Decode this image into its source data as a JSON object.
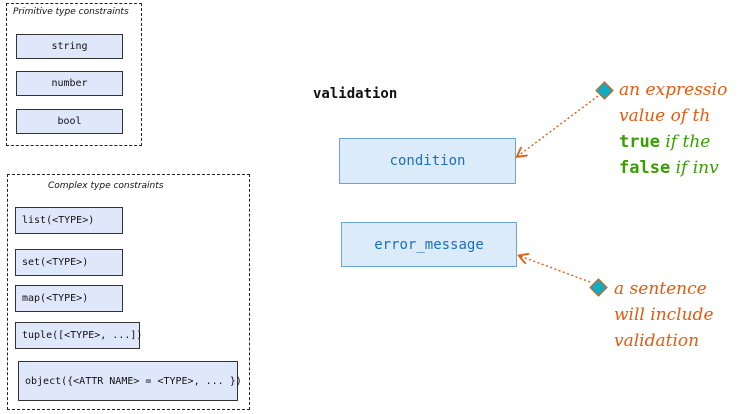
{
  "primitive": {
    "title": "Primitive type constraints",
    "items": [
      "string",
      "number",
      "bool"
    ]
  },
  "complex": {
    "title": "Complex type constraints",
    "items": [
      "list(<TYPE>)",
      "set(<TYPE>)",
      "map(<TYPE>)",
      "tuple([<TYPE>, ...])",
      "object({<ATTR NAME> = <TYPE>, ... })"
    ]
  },
  "validation": {
    "heading": "validation",
    "condition": "condition",
    "error_message": "error_message"
  },
  "notes": {
    "condition": {
      "line1": "an expressio",
      "line2": "value of th",
      "line3_kw": "true",
      "line3_rest": " if the",
      "line4_kw": "false",
      "line4_rest": " if inv"
    },
    "error": {
      "line1": "a sentence",
      "line2": "will include",
      "line3": "validation"
    }
  },
  "colors": {
    "accent": "#e8590c",
    "block": "#1d6fbf",
    "green": "#37a000",
    "diamond": "#15aabf"
  }
}
